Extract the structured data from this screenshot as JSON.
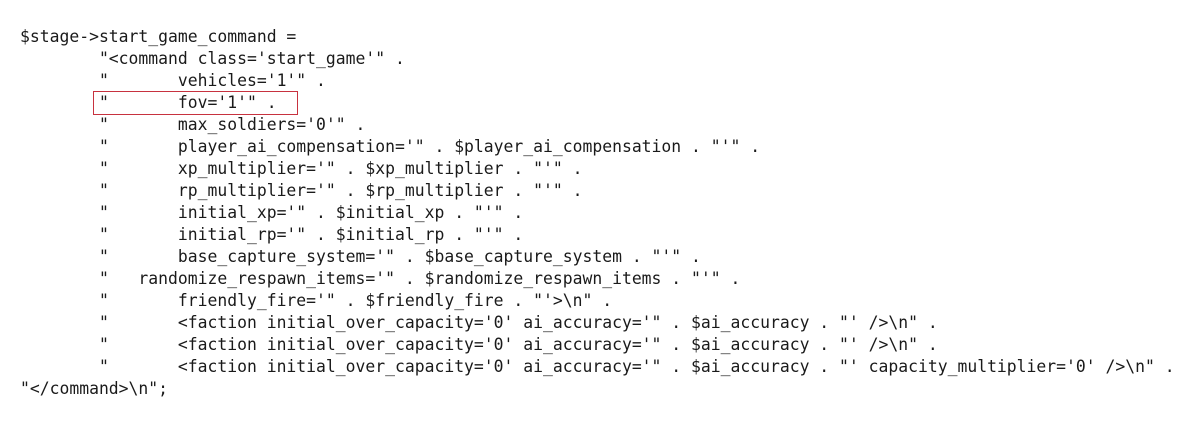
{
  "code": {
    "lines": [
      "$stage->start_game_command =",
      "        \"<command class='start_game'\" .",
      "        \"       vehicles='1'\" .",
      "        \"       fov='1'\" .",
      "        \"       max_soldiers='0'\" .",
      "        \"       player_ai_compensation='\" . $player_ai_compensation . \"'\" .",
      "        \"       xp_multiplier='\" . $xp_multiplier . \"'\" .",
      "        \"       rp_multiplier='\" . $rp_multiplier . \"'\" .",
      "        \"       initial_xp='\" . $initial_xp . \"'\" .",
      "        \"       initial_rp='\" . $initial_rp . \"'\" .",
      "        \"       base_capture_system='\" . $base_capture_system . \"'\" .",
      "        \"   randomize_respawn_items='\" . $randomize_respawn_items . \"'\" .",
      "        \"       friendly_fire='\" . $friendly_fire . \"'>\\n\" .",
      "        \"       <faction initial_over_capacity='0' ai_accuracy='\" . $ai_accuracy . \"' />\\n\" .",
      "        \"       <faction initial_over_capacity='0' ai_accuracy='\" . $ai_accuracy . \"' />\\n\" .",
      "        \"       <faction initial_over_capacity='0' ai_accuracy='\" . $ai_accuracy . \"' capacity_multiplier='0' />\\n\" .",
      "\"</command>\\n\";"
    ],
    "highlight_color": "#c7323f"
  }
}
